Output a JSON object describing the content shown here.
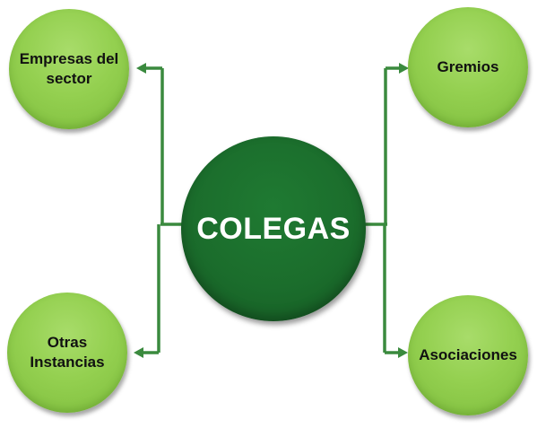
{
  "diagram": {
    "center": {
      "label": "COLEGAS"
    },
    "nodes": [
      {
        "label_lines": [
          "Empresas del",
          "sector"
        ]
      },
      {
        "label_lines": [
          "Gremios"
        ]
      },
      {
        "label_lines": [
          "Otras",
          "Instancias"
        ]
      },
      {
        "label_lines": [
          "Asociaciones"
        ]
      }
    ]
  },
  "colors": {
    "connector": "#3a8a3e",
    "hub": "#1b6d2c",
    "leaf": "#94d050",
    "hub_text": "#ffffff",
    "leaf_text": "#111111"
  }
}
